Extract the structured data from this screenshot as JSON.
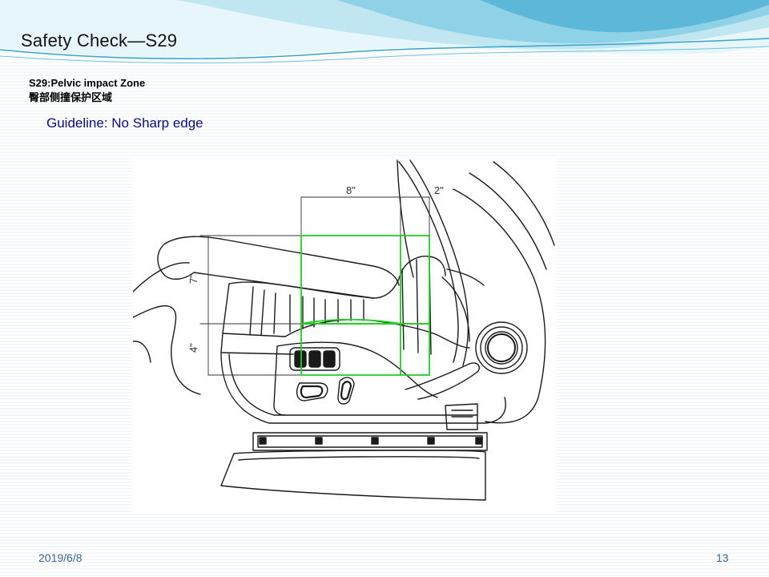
{
  "slide": {
    "title": "Safety Check—S29",
    "subtitle_en": "S29:Pelvic impact Zone",
    "subtitle_cn": "臀部侧撞保护区域",
    "guideline": "Guideline: No Sharp edge",
    "date": "2019/6/8",
    "page_number": "13"
  },
  "drawing": {
    "dim_top_left": "8\"",
    "dim_top_right": "2\"",
    "dim_side_upper": "7\"",
    "dim_side_lower": "4\"",
    "zone_color": "#22cc22",
    "line_color": "#1a1a1a"
  },
  "theme": {
    "wave_light": "#d9f1f6",
    "wave_mid": "#8fd1e6",
    "wave_dark": "#3aa4cd",
    "footer_color": "#3a62a0",
    "guideline_color": "#0a0a80"
  }
}
